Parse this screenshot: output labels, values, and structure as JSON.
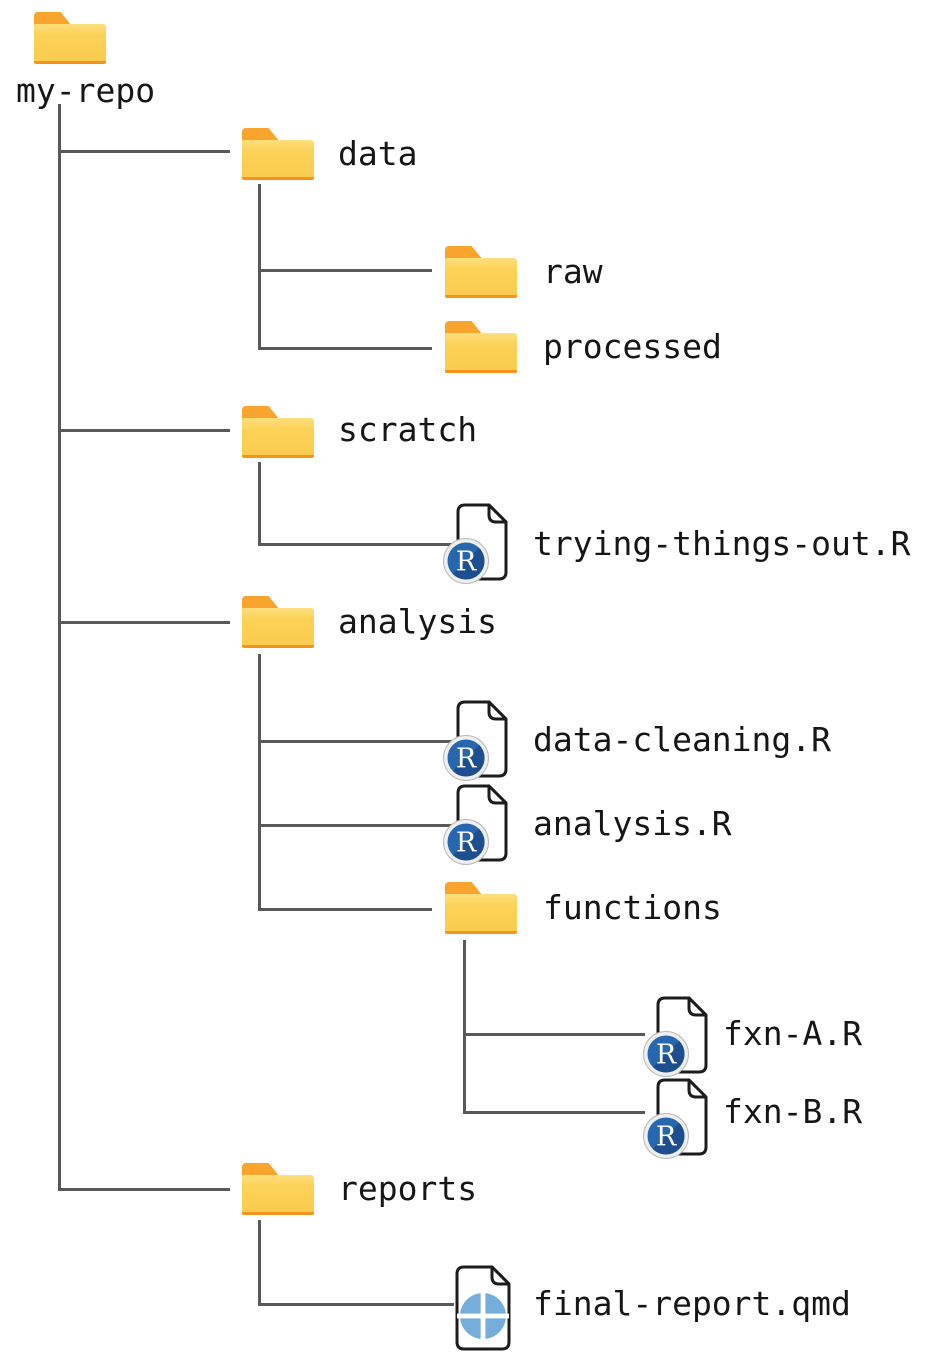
{
  "diagram": {
    "kind": "file-tree",
    "root_label": "my-repo",
    "nodes": {
      "root": {
        "label": "my-repo",
        "type": "folder",
        "icon": "folder-icon"
      },
      "data": {
        "label": "data",
        "type": "folder",
        "icon": "folder-icon"
      },
      "raw": {
        "label": "raw",
        "type": "folder",
        "icon": "folder-icon"
      },
      "processed": {
        "label": "processed",
        "type": "folder",
        "icon": "folder-icon"
      },
      "scratch": {
        "label": "scratch",
        "type": "folder",
        "icon": "folder-icon"
      },
      "trying_things_out": {
        "label": "trying-things-out.R",
        "type": "r-script",
        "icon": "r-script-icon"
      },
      "analysis": {
        "label": "analysis",
        "type": "folder",
        "icon": "folder-icon"
      },
      "data_cleaning": {
        "label": "data-cleaning.R",
        "type": "r-script",
        "icon": "r-script-icon"
      },
      "analysis_r": {
        "label": "analysis.R",
        "type": "r-script",
        "icon": "r-script-icon"
      },
      "functions": {
        "label": "functions",
        "type": "folder",
        "icon": "folder-icon"
      },
      "fxn_a": {
        "label": "fxn-A.R",
        "type": "r-script",
        "icon": "r-script-icon"
      },
      "fxn_b": {
        "label": "fxn-B.R",
        "type": "r-script",
        "icon": "r-script-icon"
      },
      "reports": {
        "label": "reports",
        "type": "folder",
        "icon": "folder-icon"
      },
      "final_report": {
        "label": "final-report.qmd",
        "type": "quarto-doc",
        "icon": "quarto-doc-icon"
      }
    },
    "hierarchy": [
      {
        "parent": "my-repo",
        "children": [
          "data",
          "scratch",
          "analysis",
          "reports"
        ]
      },
      {
        "parent": "data",
        "children": [
          "raw",
          "processed"
        ]
      },
      {
        "parent": "scratch",
        "children": [
          "trying-things-out.R"
        ]
      },
      {
        "parent": "analysis",
        "children": [
          "data-cleaning.R",
          "analysis.R",
          "functions"
        ]
      },
      {
        "parent": "functions",
        "children": [
          "fxn-A.R",
          "fxn-B.R"
        ]
      },
      {
        "parent": "reports",
        "children": [
          "final-report.qmd"
        ]
      }
    ],
    "colors": {
      "folder_body": "#FBCC4E",
      "folder_tab": "#F9A42C",
      "folder_bottom_strip": "#F7921C",
      "connector": "#595959",
      "text": "#161616",
      "doc_outline": "#1C1C1C",
      "r_badge_blue": "#2767B0",
      "r_badge_shadow": "#1D4E8F",
      "quarto_blue": "#75AEDB"
    }
  }
}
